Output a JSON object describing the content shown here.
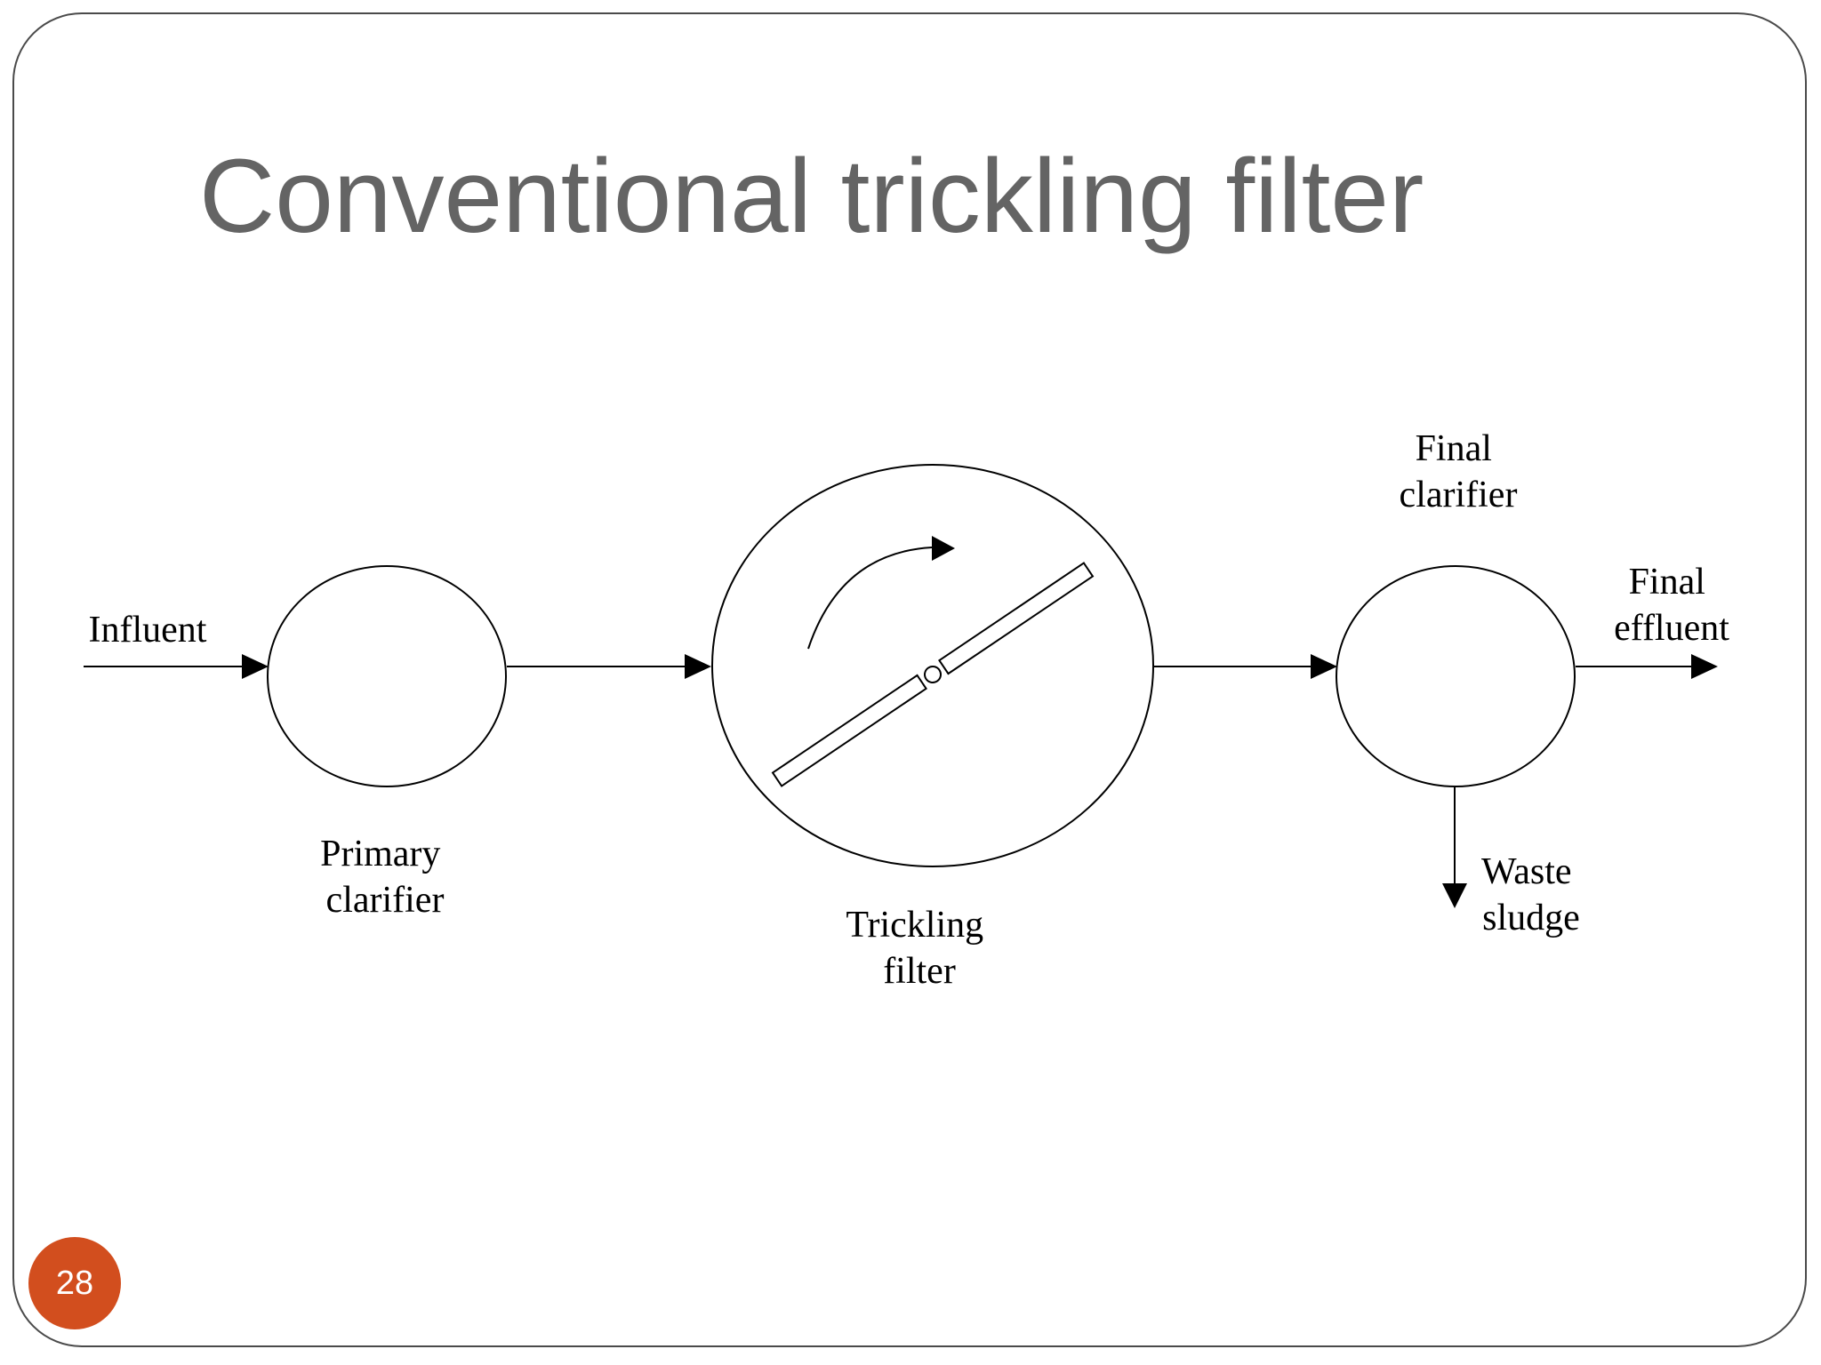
{
  "slide": {
    "title": "Conventional trickling filter",
    "page_number": "28"
  },
  "colors": {
    "title_text": "#646464",
    "badge_fill": "#D24E1E",
    "frame_border": "#4a4a4a",
    "diagram_ink": "#000000"
  },
  "diagram": {
    "influent_label": "Influent",
    "primary_clarifier_label": [
      "Primary",
      "clarifier"
    ],
    "trickling_filter_label": [
      "Trickling",
      "filter"
    ],
    "final_clarifier_label": [
      "Final",
      "clarifier"
    ],
    "final_effluent_label": [
      "Final",
      "effluent"
    ],
    "waste_sludge_label": [
      "Waste",
      "sludge"
    ]
  }
}
